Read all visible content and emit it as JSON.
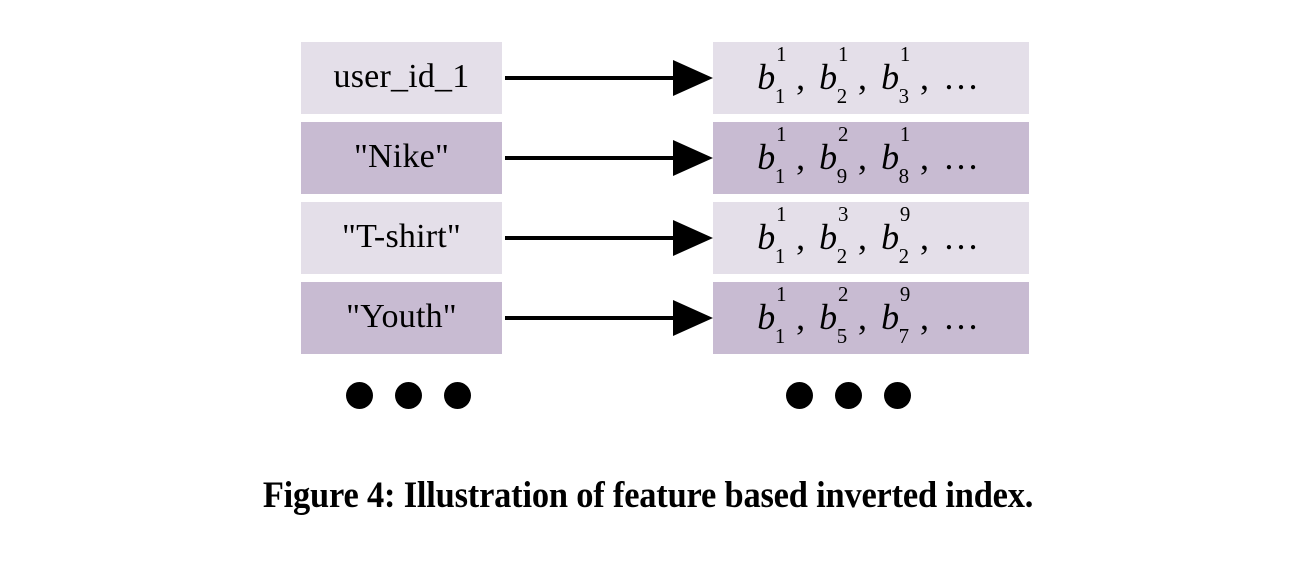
{
  "figure": {
    "caption": "Figure 4: Illustration of feature based inverted index.",
    "colors": {
      "row_light": "#e4dfe9",
      "row_dark": "#c8bbd2",
      "arrow": "#000000",
      "dot": "#000000",
      "text": "#000000",
      "background": "#ffffff"
    },
    "rows": [
      {
        "key": "user_id_1",
        "tone": "light",
        "postings": [
          {
            "base": "b",
            "sub": "1",
            "sup": "1"
          },
          {
            "base": "b",
            "sub": "2",
            "sup": "1"
          },
          {
            "base": "b",
            "sub": "3",
            "sup": "1"
          }
        ],
        "postings_text": "b_1^1, b_2^1, b_3^1, ...",
        "arrow": "arrow-right"
      },
      {
        "key": "\"Nike\"",
        "tone": "dark",
        "postings": [
          {
            "base": "b",
            "sub": "1",
            "sup": "1"
          },
          {
            "base": "b",
            "sub": "9",
            "sup": "2"
          },
          {
            "base": "b",
            "sub": "8",
            "sup": "1"
          }
        ],
        "postings_text": "b_1^1, b_9^2, b_8^1, ...",
        "arrow": "arrow-right"
      },
      {
        "key": "\"T-shirt\"",
        "tone": "light",
        "postings": [
          {
            "base": "b",
            "sub": "1",
            "sup": "1"
          },
          {
            "base": "b",
            "sub": "2",
            "sup": "3"
          },
          {
            "base": "b",
            "sub": "2",
            "sup": "9"
          }
        ],
        "postings_text": "b_1^1, b_2^3, b_2^9, ...",
        "arrow": "arrow-right"
      },
      {
        "key": "\"Youth\"",
        "tone": "dark",
        "postings": [
          {
            "base": "b",
            "sub": "1",
            "sup": "1"
          },
          {
            "base": "b",
            "sub": "5",
            "sup": "2"
          },
          {
            "base": "b",
            "sub": "7",
            "sup": "9"
          }
        ],
        "postings_text": "b_1^1, b_5^2, b_7^9, ...",
        "arrow": "arrow-right"
      }
    ],
    "separator": ",",
    "ellipsis": "…",
    "continuation_dots": {
      "left_count": 3,
      "right_count": 3,
      "glyph": "●"
    }
  }
}
